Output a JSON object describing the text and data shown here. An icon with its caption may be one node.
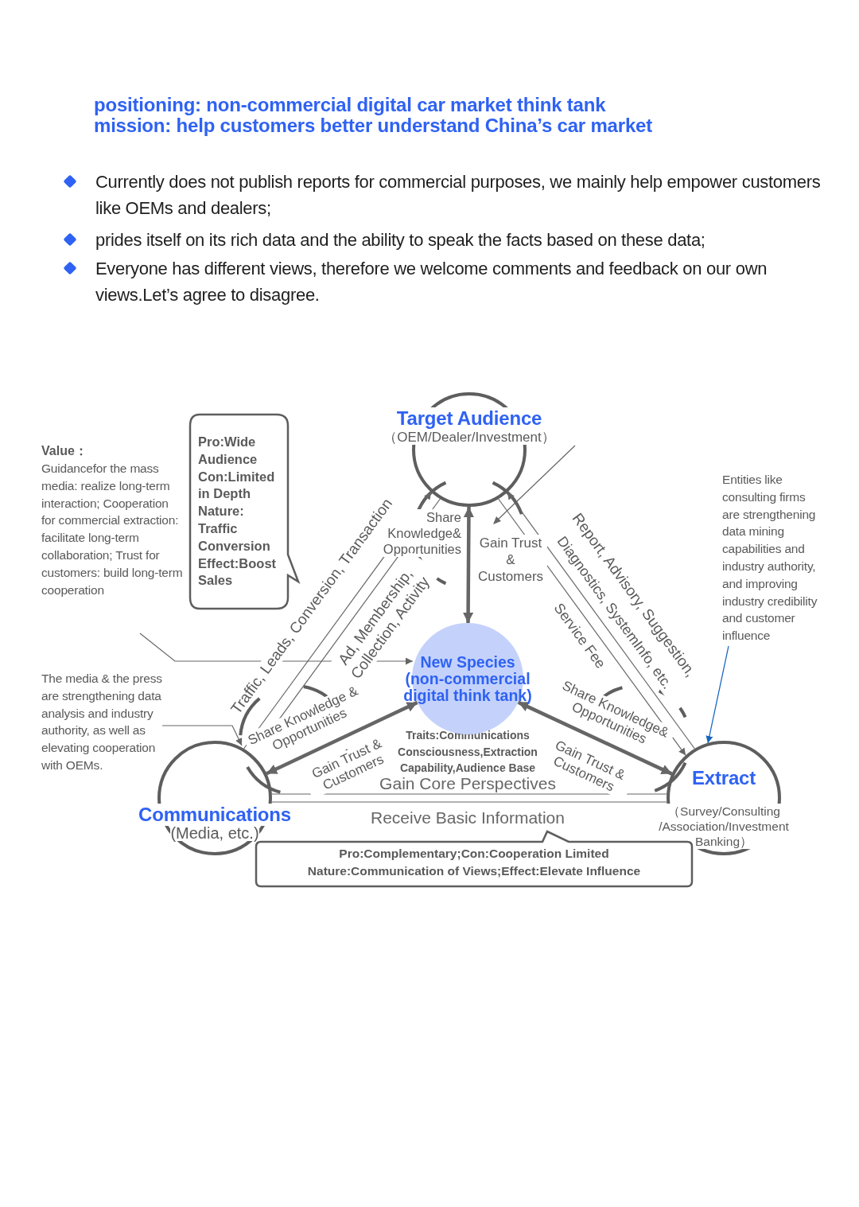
{
  "diagram": {
    "title": "positioning: non-commercial digital car market think tank",
    "nodes": [
      {
        "text": [
          "Target Audience",
          "（OEM/Dealer/Investment）"
        ]
      },
      {
        "text": [
          "New Species (non-commercial digital think tank)"
        ]
      },
      {
        "text": [
          "Communications",
          "(Media, etc.)"
        ]
      },
      {
        "text": [
          "Extract",
          "（Survey/Consulting /Association/Investment Banking）"
        ]
      },
      {
        "text": [
          "Pro:Wide Audience Con:Limited in Depth Nature: Traffic Conversion Effect:Boost Sales"
        ]
      },
      {
        "text": [
          "Pro:Complementary;Con:Cooperation Limited Nature:Communication of Views;Effect:Elevate Influence"
        ]
      },
      {
        "text": [
          "Value：",
          "Guidancefor the mass media: realize long-term interaction; Cooperation for commercial extraction: facilitate long-term collaboration; Trust for customers: build long-term cooperation"
        ]
      },
      {
        "text": [
          "The media & the press are strengthening data analysis and industry authority, as well as elevating cooperation with OEMs."
        ]
      },
      {
        "text": [
          "Entities like consulting firms are strengthening data mining capabilities and industry authority, and improving industry credibility and customer influence"
        ]
      }
    ],
    "edges": [
      {
        "from": 0,
        "to": 1,
        "arrow": "both",
        "style": "thick"
      },
      {
        "from": 2,
        "to": 0,
        "arrow": "to"
      },
      {
        "from": 0,
        "to": 2,
        "arrow": "to"
      },
      {
        "from": 3,
        "to": 0,
        "arrow": "to"
      },
      {
        "from": 0,
        "to": 3,
        "arrow": "to"
      },
      {
        "from": 2,
        "to": 1,
        "arrow": "both",
        "style": "thick"
      },
      {
        "from": 1,
        "to": 3,
        "arrow": "both",
        "style": "thick"
      },
      {
        "from": 2,
        "to": 3,
        "arrow": "none",
        "label": "Gain Core Perspectives"
      },
      {
        "from": 2,
        "to": 3,
        "arrow": "none",
        "label": "Receive Basic Information"
      },
      {
        "from": 6,
        "to": 1,
        "arrow": "to"
      },
      {
        "from": 7,
        "to": 2,
        "arrow": "to"
      },
      {
        "from": 8,
        "to": 3,
        "arrow": "to",
        "color": "#1565c0"
      }
    ],
    "labels": [
      "mission: help customers better understand China’s car market",
      "Currently does not publish reports for commercial purposes, we mainly help empower customers like OEMs and dealers;",
      "prides itself on its rich data and the ability to speak the facts based on these data;",
      "Everyone has different views, therefore we welcome comments and feedback on our own views.Let’s agree to disagree.",
      "Share Knowledge& Opportunities",
      "Gain Trust & Customers",
      "Traffic, Leads, Conversion, Transaction",
      "Ad, Membership, Collection, Activity",
      "Report, Advisory, Suggestion,",
      "Diagnostics, SystemInfo, etc.",
      "Service Fee",
      "Share Knowledge & Opportunities",
      "Gain Trust & Customers",
      "Share Knowledge& Opportunities",
      "Gain Trust & Customers",
      "Traits:Communications Consciousness,Extraction Capability,Audience Base"
    ]
  }
}
